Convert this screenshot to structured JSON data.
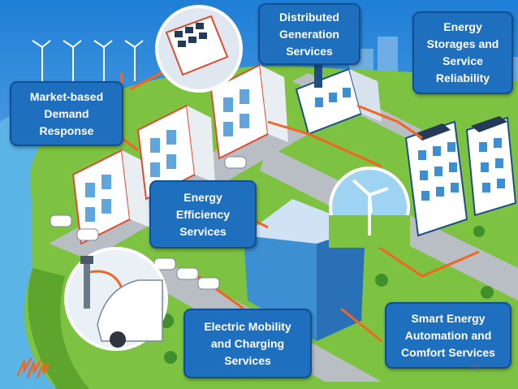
{
  "callouts": {
    "distributed_generation": [
      "Distributed",
      "Generation",
      "Services"
    ],
    "energy_storage": [
      "Energy",
      "Storages and",
      "Service",
      "Reliability"
    ],
    "demand_response": [
      "Market-based",
      "Demand",
      "Response"
    ],
    "energy_efficiency": [
      "Energy",
      "Efficiency",
      "Services"
    ],
    "electric_mobility": [
      "Electric Mobility",
      "and Charging",
      "Services"
    ],
    "smart_automation": [
      "Smart Energy",
      "Automation and",
      "Comfort Services"
    ]
  },
  "page_number": "20",
  "colors": {
    "callout_fill": "#1f6fbf",
    "sky": "#4a9de0",
    "grass": "#7ec242",
    "road": "#b9bec4",
    "power_line": "#f26522",
    "water": "#5ab4e6"
  },
  "icons": [
    "wind-turbine-icon",
    "solar-panel-icon",
    "factory-icon",
    "electric-car-icon",
    "charging-station-icon",
    "logo-icon"
  ]
}
